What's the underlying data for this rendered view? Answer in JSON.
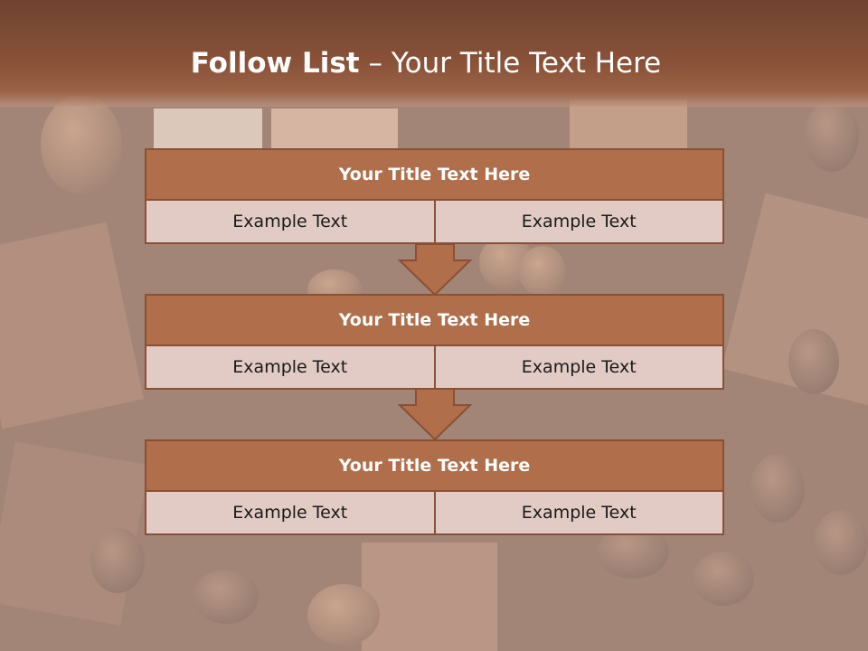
{
  "slide": {
    "title_bold": "Follow List",
    "title_rest": " – Your Title Text Here"
  },
  "steps": [
    {
      "title": "Your Title Text Here",
      "left": "Example Text",
      "right": "Example Text"
    },
    {
      "title": "Your Title Text Here",
      "left": "Example Text",
      "right": "Example Text"
    },
    {
      "title": "Your Title Text Here",
      "left": "Example Text",
      "right": "Example Text"
    }
  ],
  "colors": {
    "header": "#8a5238",
    "box_title": "#b06e4a",
    "box_cell": "#e2cbc4",
    "border": "#8a5036"
  }
}
